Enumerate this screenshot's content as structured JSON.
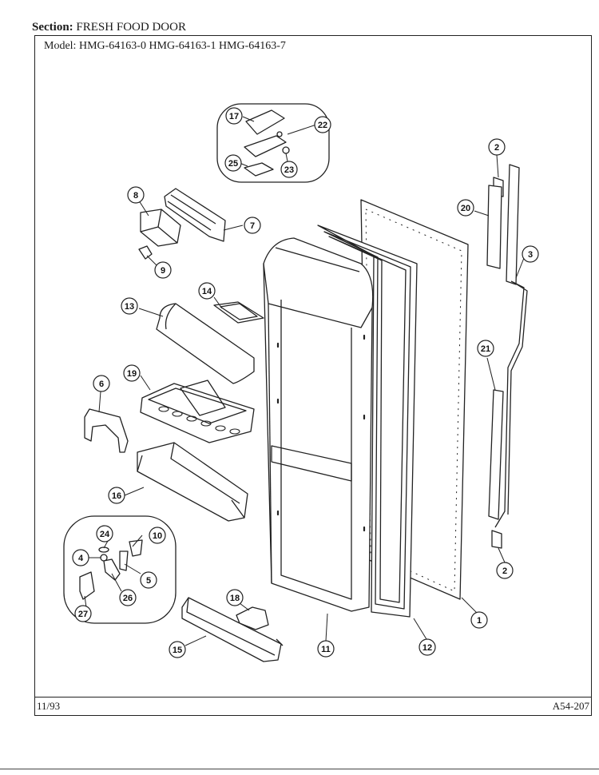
{
  "header": {
    "section_label": "Section:",
    "section_value": "FRESH FOOD DOOR",
    "model_label": "Model:",
    "models": "HMG-64163-0  HMG-64163-1  HMG-64163-7"
  },
  "footer": {
    "date": "11/93",
    "ref": "A54-207"
  },
  "callouts": [
    "1",
    "2",
    "3",
    "4",
    "5",
    "6",
    "7",
    "8",
    "9",
    "10",
    "11",
    "12",
    "13",
    "14",
    "15",
    "16",
    "17",
    "18",
    "19",
    "20",
    "21",
    "22",
    "23",
    "24",
    "25",
    "26",
    "27"
  ]
}
